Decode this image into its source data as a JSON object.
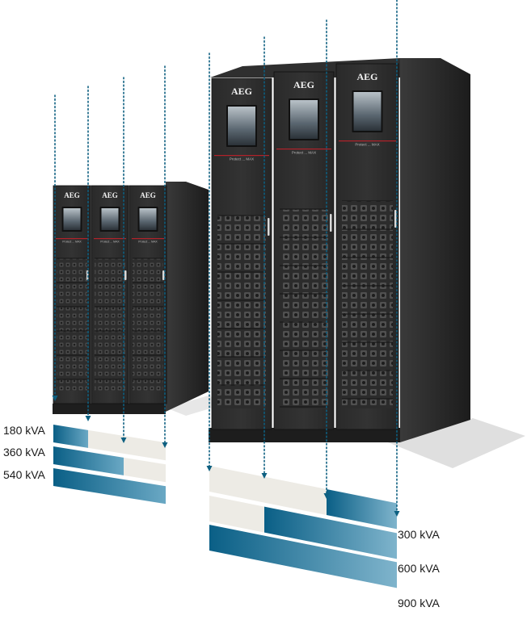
{
  "brand": "AEG",
  "product_label": "Protect ... MAX",
  "colors": {
    "bar_dark": "#0a5f86",
    "bar_light": "#6aa8c4",
    "bar_inactive": "#edebe5",
    "cabinet": "#2b2b2b",
    "guide_line": "#0d5f80"
  },
  "small_system": {
    "cabinets": 3,
    "ratings": [
      {
        "label": "180 kVA",
        "active_cabinets": 1
      },
      {
        "label": "360 kVA",
        "active_cabinets": 2
      },
      {
        "label": "540 kVA",
        "active_cabinets": 3
      }
    ]
  },
  "large_system": {
    "cabinets": 3,
    "ratings": [
      {
        "label": "300 kVA",
        "active_cabinets": 1
      },
      {
        "label": "600 kVA",
        "active_cabinets": 2
      },
      {
        "label": "900 kVA",
        "active_cabinets": 3
      }
    ]
  }
}
